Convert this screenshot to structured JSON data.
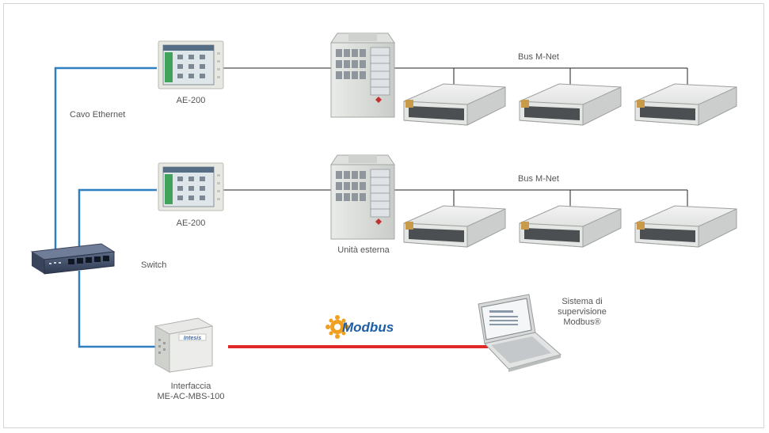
{
  "labels": {
    "ae200_top": "AE-200",
    "ae200_mid": "AE-200",
    "cavo": "Cavo Ethernet",
    "bus_top": "Bus M-Net",
    "bus_mid": "Bus M-Net",
    "unita": "Unità esterna",
    "switch": "Switch",
    "interfaccia_1": "Interfaccia",
    "interfaccia_2": "ME-AC-MBS-100",
    "sistema_1": "Sistema di",
    "sistema_2": "supervisione",
    "sistema_3": "Modbus®",
    "modbus_logo": "Modbus",
    "intesis_logo": "Intesis"
  },
  "colors": {
    "ethernet": "#2d7fc0",
    "modbus": "#e02828",
    "bus": "#222222",
    "modbus_text": "#1c5fa8",
    "modbus_gear": "#f0a020"
  },
  "icons": [
    "ae200-touch-panel-icon",
    "outdoor-unit-icon",
    "ducted-indoor-unit-icon",
    "network-switch-icon",
    "gateway-icon",
    "laptop-icon",
    "modbus-logo-icon"
  ]
}
